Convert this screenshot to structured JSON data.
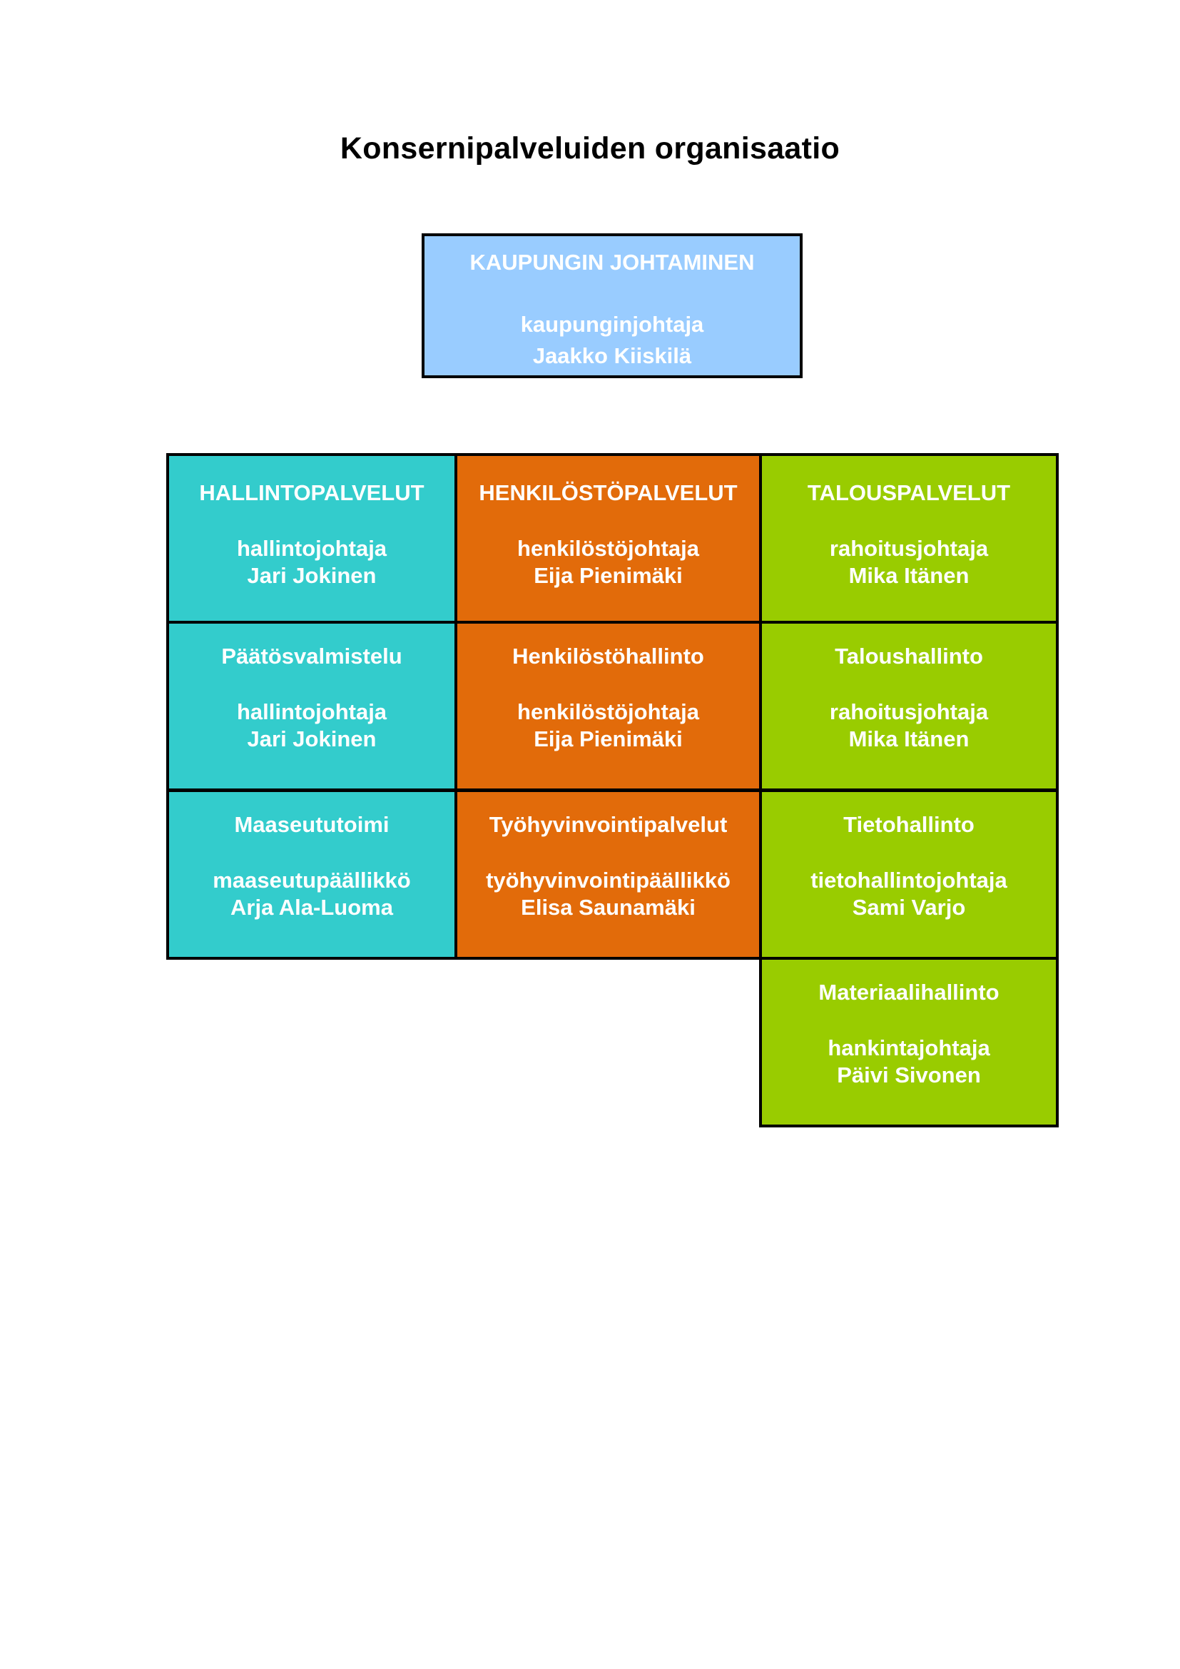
{
  "title": "Konsernipalveluiden organisaatio",
  "colors": {
    "top": "#99ccff",
    "hallinto": "#33cccc",
    "henkilosto": "#e26b0a",
    "talous": "#99cc00",
    "border": "#000000",
    "text": "#ffffff"
  },
  "top_unit": {
    "unit": "KAUPUNGIN JOHTAMINEN",
    "role": "kaupunginjohtaja",
    "person": "Jaakko Kiiskilä"
  },
  "columns": [
    {
      "key": "hallinto",
      "cells": [
        {
          "unit": "HALLINTOPALVELUT",
          "role": "hallintojohtaja",
          "person": "Jari Jokinen"
        },
        {
          "unit": "Päätösvalmistelu",
          "role": "hallintojohtaja",
          "person": "Jari Jokinen"
        },
        {
          "unit": "Maaseututoimi",
          "role": "maaseutupäällikkö",
          "person": "Arja Ala-Luoma"
        }
      ]
    },
    {
      "key": "henkilosto",
      "cells": [
        {
          "unit": "HENKILÖSTÖPALVELUT",
          "role": "henkilöstöjohtaja",
          "person": "Eija Pienimäki"
        },
        {
          "unit": "Henkilöstöhallinto",
          "role": "henkilöstöjohtaja",
          "person": "Eija Pienimäki"
        },
        {
          "unit": "Työhyvinvointipalvelut",
          "role": "työhyvinvointipäällikkö",
          "person": "Elisa Saunamäki"
        }
      ]
    },
    {
      "key": "talous",
      "cells": [
        {
          "unit": "TALOUSPALVELUT",
          "role": "rahoitusjohtaja",
          "person": "Mika Itänen"
        },
        {
          "unit": "Taloushallinto",
          "role": "rahoitusjohtaja",
          "person": "Mika Itänen"
        },
        {
          "unit": "Tietohallinto",
          "role": "tietohallintojohtaja",
          "person": "Sami Varjo"
        },
        {
          "unit": "Materiaalihallinto",
          "role": "hankintajohtaja",
          "person": "Päivi Sivonen"
        }
      ]
    }
  ]
}
